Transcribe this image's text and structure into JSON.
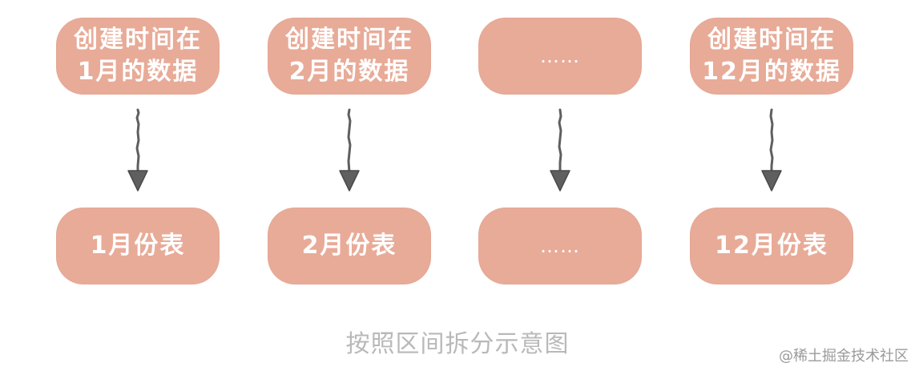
{
  "steps": [
    {
      "source": "创建时间在\n1月的数据",
      "target": "1月份表"
    },
    {
      "source": "创建时间在\n2月的数据",
      "target": "2月份表"
    },
    {
      "source": "……",
      "target": "……"
    },
    {
      "source": "创建时间在\n12月的数据",
      "target": "12月份表"
    }
  ],
  "caption": "按照区间拆分示意图",
  "watermark": "@稀土掘金技术社区",
  "colors": {
    "box_fill": "#e8ab98",
    "box_text": "#ffffff",
    "arrow": "#5f5f5f",
    "caption": "#b9b9b9"
  }
}
